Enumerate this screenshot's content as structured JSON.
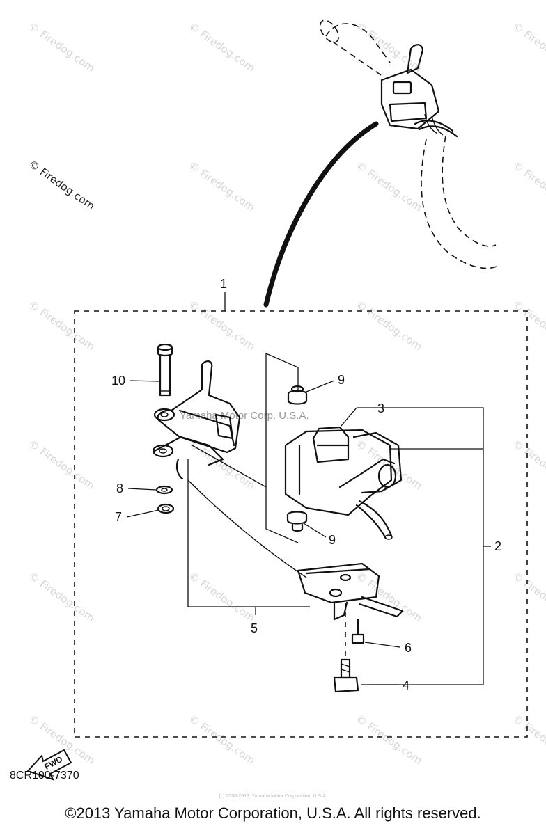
{
  "watermark": {
    "text": "© Firedog.com",
    "center_text": "Yamaha Motor Corp. U.S.A.",
    "footer_small": "(c) 2008-2013, Yamaha Motor Corporation, U.S.A."
  },
  "callouts": {
    "c1": "1",
    "c2": "2",
    "c3": "3",
    "c4": "4",
    "c5": "5",
    "c6": "6",
    "c7": "7",
    "c8": "8",
    "c9a": "9",
    "c9b": "9",
    "c10": "10"
  },
  "fwd_label": "FWD",
  "diagram_code": "8CR100-7370",
  "copyright": "©2013 Yamaha Motor Corporation, U.S.A. All rights reserved."
}
